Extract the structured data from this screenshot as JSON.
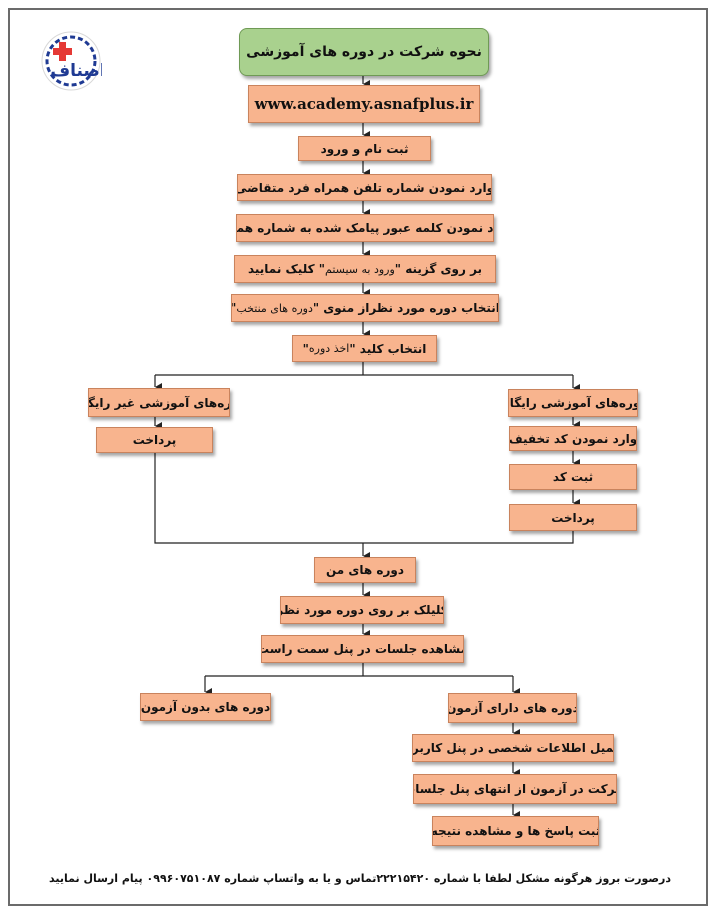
{
  "title": "نحوه شرکت در دوره های آموزشی",
  "url": "www.academy.asnafplus.ir",
  "steps": {
    "s1": "ثبت نام و ورود",
    "s2": "وارد نمودن شماره تلفن همراه فرد متقاضی",
    "s3": "وارد نمودن کلمه عبور پیامک شده به شماره همراه",
    "s4_a": "بر روی گزینه \"",
    "s4_b": "ورود به سیستم",
    "s4_c": "\" کلیک نمایید",
    "s5_a": "انتخاب دوره مورد نظراز منوی \"",
    "s5_b": "دوره های منتخب",
    "s5_c": "\"",
    "s6_a": "انتخاب کلید \" ",
    "s6_b": "اخذ دوره",
    "s6_c": " \""
  },
  "left_branch": {
    "title": "دوره‌های آموزشی غیر رایگان",
    "pay": "پرداخت"
  },
  "right_branch": {
    "title": "دوره‌های آموزشی رایگان",
    "code": "وارد نمودن کد تخفیف",
    "register": "ثبت کد",
    "pay": "پرداخت"
  },
  "merged": {
    "my_courses": "دوره های من",
    "click_course": "کلیلک بر روی دوره مورد نظر",
    "view_sessions": "مشاهده جلسات در پنل سمت راست"
  },
  "exam_left": "دوره های بدون آزمون",
  "exam_right": {
    "title": "دوره های دارای آزمون",
    "complete": "تکمیل اطلاعات شخصی در پنل کاربری",
    "take": "سرکت در آزمون از انتهای پنل جلسات",
    "submit": "ثبت پاسخ ها و مشاهده نتیجه"
  },
  "footer": "درصورت بروز هرگونه مشکل لطفا با شماره ۲۲۲۱۵۴۲۰تماس و یا به واتساپ شماره ۰۹۹۶۰۷۵۱۰۸۷ پیام ارسال نمایید",
  "logo_text": "اصناف",
  "colors": {
    "box": "#f8b48e",
    "title": "#a9d18e",
    "logo_red": "#e53935",
    "logo_blue": "#1f3a93"
  }
}
